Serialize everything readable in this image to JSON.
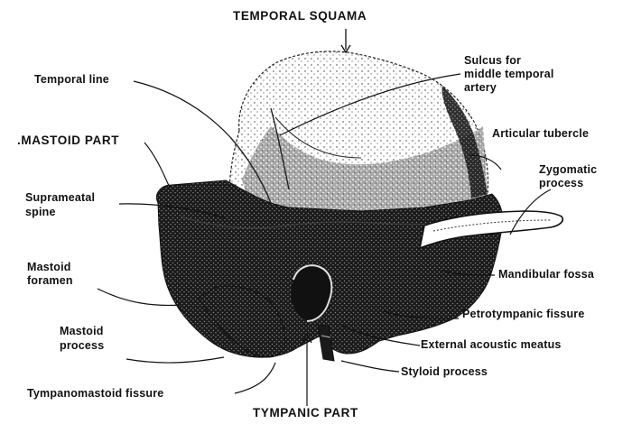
{
  "labels": {
    "temporal_squama": "TEMPORAL SQUAMA",
    "temporal_line": "Temporal line",
    "sulcus_line1": "Sulcus for",
    "sulcus_line2": "middle temporal",
    "sulcus_line3": "artery",
    "mastoid_part": ".MASTOID PART",
    "articular_tubercle": "Articular tubercle",
    "zygomatic_line1": "Zygomatic",
    "zygomatic_line2": "process",
    "suprameatal_line1": "Suprameatal",
    "suprameatal_line2": "spine",
    "mastoid_foramen_line1": "Mastoid",
    "mastoid_foramen_line2": "foramen",
    "mandibular_fossa": "Mandibular fossa",
    "mastoid_process_line1": "Mastoid",
    "mastoid_process_line2": "process",
    "petrotympanic_fissure": "Petrotympanic fissure",
    "external_acoustic_meatus": "External acoustic meatus",
    "styloid_process": "Styloid process",
    "tympanomastoid_fissure": "Tympanomastoid fissure",
    "tympanic_part": "TYMPANIC PART"
  },
  "colors": {
    "ink": "#111111",
    "bone_dark": "#1a1a1a",
    "bone_mid": "#6a6a6a",
    "background": "#ffffff"
  }
}
